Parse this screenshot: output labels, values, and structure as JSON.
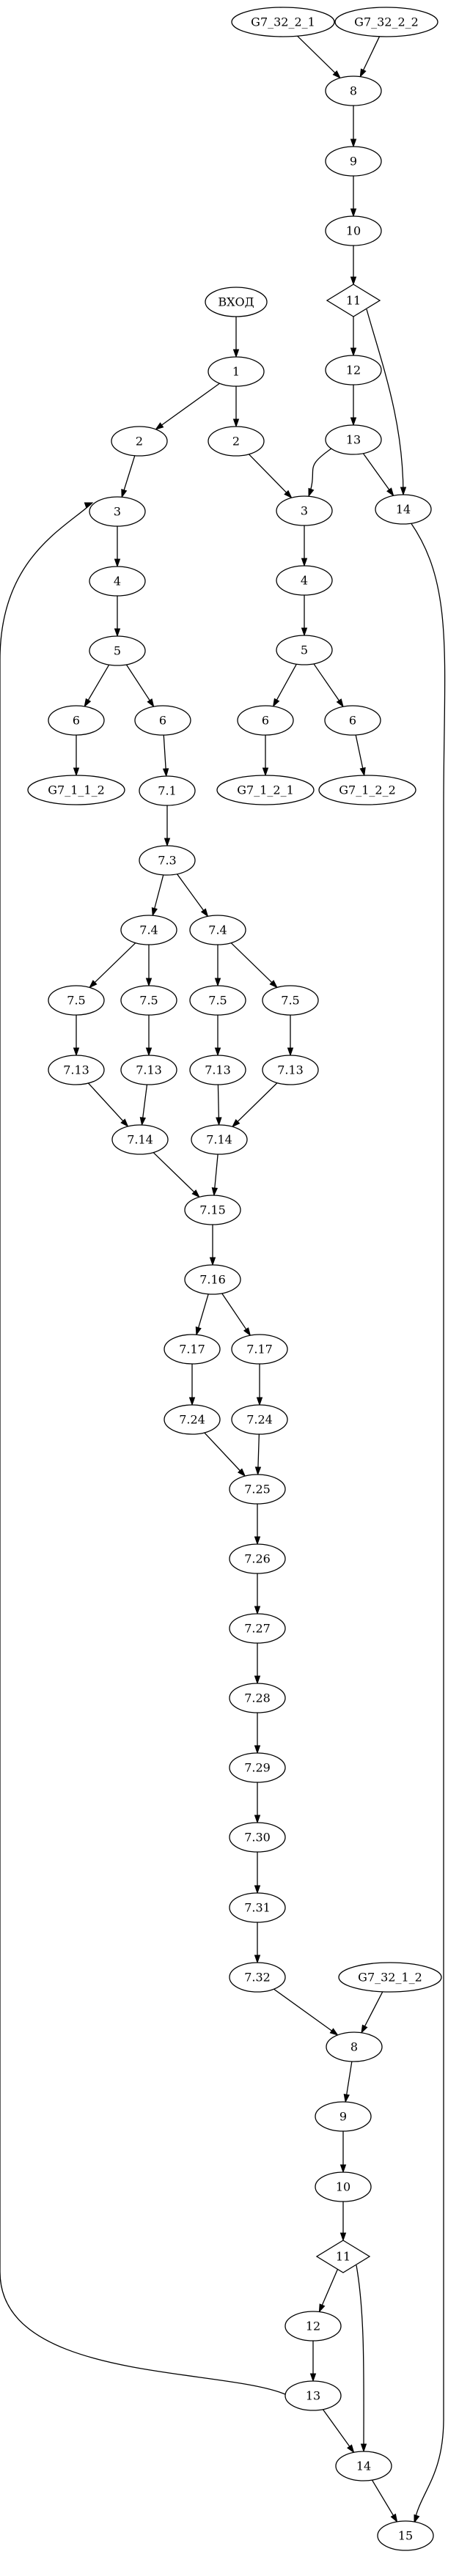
{
  "graph": {
    "nodes": [
      {
        "id": "n_entry",
        "label": "ВХОД"
      },
      {
        "id": "n1",
        "label": "1"
      },
      {
        "id": "a2",
        "label": "2"
      },
      {
        "id": "a3",
        "label": "3"
      },
      {
        "id": "a4",
        "label": "4"
      },
      {
        "id": "a5",
        "label": "5"
      },
      {
        "id": "a6a",
        "label": "6"
      },
      {
        "id": "a6b",
        "label": "6"
      },
      {
        "id": "g7112",
        "label": "G7_1_1_2"
      },
      {
        "id": "n71",
        "label": "7.1"
      },
      {
        "id": "n73",
        "label": "7.3"
      },
      {
        "id": "n74a",
        "label": "7.4"
      },
      {
        "id": "n74b",
        "label": "7.4"
      },
      {
        "id": "n75a",
        "label": "7.5"
      },
      {
        "id": "n75b",
        "label": "7.5"
      },
      {
        "id": "n75c",
        "label": "7.5"
      },
      {
        "id": "n75d",
        "label": "7.5"
      },
      {
        "id": "n713a",
        "label": "7.13"
      },
      {
        "id": "n713b",
        "label": "7.13"
      },
      {
        "id": "n713c",
        "label": "7.13"
      },
      {
        "id": "n713d",
        "label": "7.13"
      },
      {
        "id": "n714a",
        "label": "7.14"
      },
      {
        "id": "n714b",
        "label": "7.14"
      },
      {
        "id": "n715",
        "label": "7.15"
      },
      {
        "id": "n716",
        "label": "7.16"
      },
      {
        "id": "n717a",
        "label": "7.17"
      },
      {
        "id": "n717b",
        "label": "7.17"
      },
      {
        "id": "n724a",
        "label": "7.24"
      },
      {
        "id": "n724b",
        "label": "7.24"
      },
      {
        "id": "n725",
        "label": "7.25"
      },
      {
        "id": "n726",
        "label": "7.26"
      },
      {
        "id": "n727",
        "label": "7.27"
      },
      {
        "id": "n728",
        "label": "7.28"
      },
      {
        "id": "n729",
        "label": "7.29"
      },
      {
        "id": "n730",
        "label": "7.30"
      },
      {
        "id": "n731",
        "label": "7.31"
      },
      {
        "id": "n732",
        "label": "7.32"
      },
      {
        "id": "g7312",
        "label": "G7_32_1_2"
      },
      {
        "id": "c8",
        "label": "8"
      },
      {
        "id": "c9",
        "label": "9"
      },
      {
        "id": "c10",
        "label": "10"
      },
      {
        "id": "c11",
        "label": "11",
        "shape": "diamond"
      },
      {
        "id": "c12",
        "label": "12"
      },
      {
        "id": "c13",
        "label": "13"
      },
      {
        "id": "c14",
        "label": "14"
      },
      {
        "id": "c15",
        "label": "15"
      },
      {
        "id": "g7321",
        "label": "G7_32_2_1"
      },
      {
        "id": "g7322",
        "label": "G7_32_2_2"
      },
      {
        "id": "b8",
        "label": "8"
      },
      {
        "id": "b9",
        "label": "9"
      },
      {
        "id": "b10",
        "label": "10"
      },
      {
        "id": "b11",
        "label": "11",
        "shape": "diamond"
      },
      {
        "id": "b12",
        "label": "12"
      },
      {
        "id": "b13",
        "label": "13"
      },
      {
        "id": "b14",
        "label": "14"
      },
      {
        "id": "b2",
        "label": "2"
      },
      {
        "id": "b3",
        "label": "3"
      },
      {
        "id": "b4",
        "label": "4"
      },
      {
        "id": "b5",
        "label": "5"
      },
      {
        "id": "b6a",
        "label": "6"
      },
      {
        "id": "b6b",
        "label": "6"
      },
      {
        "id": "g7121",
        "label": "G7_1_2_1"
      },
      {
        "id": "g7122",
        "label": "G7_1_2_2"
      }
    ],
    "edges": [
      [
        "n_entry",
        "n1"
      ],
      [
        "n1",
        "a2"
      ],
      [
        "n1",
        "b2"
      ],
      [
        "a2",
        "a3"
      ],
      [
        "a3",
        "a4"
      ],
      [
        "a4",
        "a5"
      ],
      [
        "a5",
        "a6a"
      ],
      [
        "a5",
        "a6b"
      ],
      [
        "a6a",
        "g7112"
      ],
      [
        "a6b",
        "n71"
      ],
      [
        "n71",
        "n73"
      ],
      [
        "n73",
        "n74a"
      ],
      [
        "n73",
        "n74b"
      ],
      [
        "n74a",
        "n75a"
      ],
      [
        "n74a",
        "n75b"
      ],
      [
        "n74b",
        "n75c"
      ],
      [
        "n74b",
        "n75d"
      ],
      [
        "n75a",
        "n713a"
      ],
      [
        "n75b",
        "n713b"
      ],
      [
        "n75c",
        "n713c"
      ],
      [
        "n75d",
        "n713d"
      ],
      [
        "n713a",
        "n714a"
      ],
      [
        "n713b",
        "n714a"
      ],
      [
        "n713c",
        "n714b"
      ],
      [
        "n713d",
        "n714b"
      ],
      [
        "n714a",
        "n715"
      ],
      [
        "n714b",
        "n715"
      ],
      [
        "n715",
        "n716"
      ],
      [
        "n716",
        "n717a"
      ],
      [
        "n716",
        "n717b"
      ],
      [
        "n717a",
        "n724a"
      ],
      [
        "n717b",
        "n724b"
      ],
      [
        "n724a",
        "n725"
      ],
      [
        "n724b",
        "n725"
      ],
      [
        "n725",
        "n726"
      ],
      [
        "n726",
        "n727"
      ],
      [
        "n727",
        "n728"
      ],
      [
        "n728",
        "n729"
      ],
      [
        "n729",
        "n730"
      ],
      [
        "n730",
        "n731"
      ],
      [
        "n731",
        "n732"
      ],
      [
        "n732",
        "c8"
      ],
      [
        "g7312",
        "c8"
      ],
      [
        "c8",
        "c9"
      ],
      [
        "c9",
        "c10"
      ],
      [
        "c10",
        "c11"
      ],
      [
        "c11",
        "c12"
      ],
      [
        "c11",
        "c14"
      ],
      [
        "c12",
        "c13"
      ],
      [
        "c13",
        "c14"
      ],
      [
        "c13",
        "a3"
      ],
      [
        "c14",
        "c15"
      ],
      [
        "b14",
        "c15"
      ],
      [
        "g7321",
        "b8"
      ],
      [
        "g7322",
        "b8"
      ],
      [
        "b8",
        "b9"
      ],
      [
        "b9",
        "b10"
      ],
      [
        "b10",
        "b11"
      ],
      [
        "b11",
        "b12"
      ],
      [
        "b11",
        "b14"
      ],
      [
        "b12",
        "b13"
      ],
      [
        "b13",
        "b14"
      ],
      [
        "b13",
        "b3"
      ],
      [
        "b2",
        "b3"
      ],
      [
        "b3",
        "b4"
      ],
      [
        "b4",
        "b5"
      ],
      [
        "b5",
        "b6a"
      ],
      [
        "b5",
        "b6b"
      ],
      [
        "b6a",
        "g7121"
      ],
      [
        "b6b",
        "g7122"
      ]
    ]
  }
}
